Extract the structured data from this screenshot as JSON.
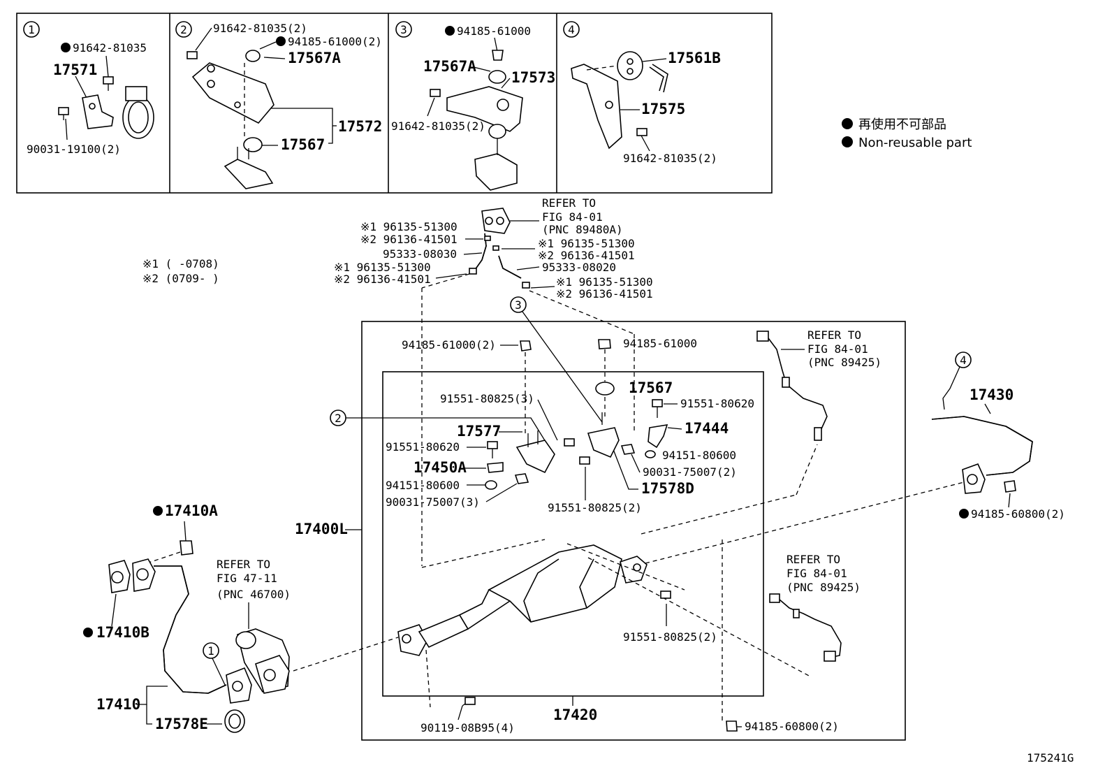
{
  "diagram_id": "175241G",
  "legend": {
    "line1": "再使用不可部品",
    "line2": "Non-reusable part"
  },
  "notes": {
    "note1": "※1 (   -0708)",
    "note2": "※2 (0709-   )"
  },
  "insets": {
    "i1": {
      "num": "1",
      "labels": [
        "91642-81035",
        "17571",
        "90031-19100(2)"
      ]
    },
    "i2": {
      "num": "2",
      "labels": [
        "91642-81035(2)",
        "94185-61000(2)",
        "17567A",
        "17572",
        "17567"
      ]
    },
    "i3": {
      "num": "3",
      "labels": [
        "94185-61000",
        "17567A",
        "17573",
        "91642-81035(2)"
      ]
    },
    "i4": {
      "num": "4",
      "labels": [
        "17561B",
        "17575",
        "91642-81035(2)"
      ]
    }
  },
  "refs": {
    "r8401a": [
      "REFER TO",
      "FIG 84-01",
      "(PNC 89480A)"
    ],
    "r8401b": [
      "REFER TO",
      "FIG 84-01",
      "(PNC 89425)"
    ],
    "r8401c": [
      "REFER TO",
      "FIG 84-01",
      "(PNC 89425)"
    ],
    "r4711": [
      "REFER TO",
      "FIG 47-11",
      "(PNC 46700)"
    ]
  },
  "hoses": {
    "h1": "※1 96135-51300",
    "h2": "※2 96136-41501",
    "h3": "95333-08030",
    "h4": "※1 96135-51300",
    "h5": "※2 96136-41501",
    "h6": "※1 96135-51300",
    "h7": "※2 96136-41501",
    "h8": "95333-08020",
    "h9": "※1 96135-51300",
    "h10": "※2 96136-41501"
  },
  "main_labels": {
    "a1": "94185-61000(2)",
    "a2": "94185-61000",
    "a3": "17567",
    "a4": "91551-80620",
    "a5": "17444",
    "a6": "94151-80600",
    "a7": "90031-75007(2)",
    "a8": "17578D",
    "a9": "91551-80825(2)",
    "a10": "91551-80825(3)",
    "a11": "17577",
    "a12": "91551-80620",
    "a13": "17450A",
    "a14": "94151-80600",
    "a15": "90031-75007(3)",
    "a16": "17400L",
    "a17": "17410A",
    "a18": "17410B",
    "a19": "17410",
    "a20": "17578E",
    "a21": "91551-80825(2)",
    "a22": "17420",
    "a23": "90119-08B95(4)",
    "a24": "94185-60800(2)",
    "a25": "17430",
    "a26": "94185-60800(2)"
  },
  "callouts": {
    "c1": "1",
    "c2": "2",
    "c3": "3",
    "c4": "4"
  }
}
